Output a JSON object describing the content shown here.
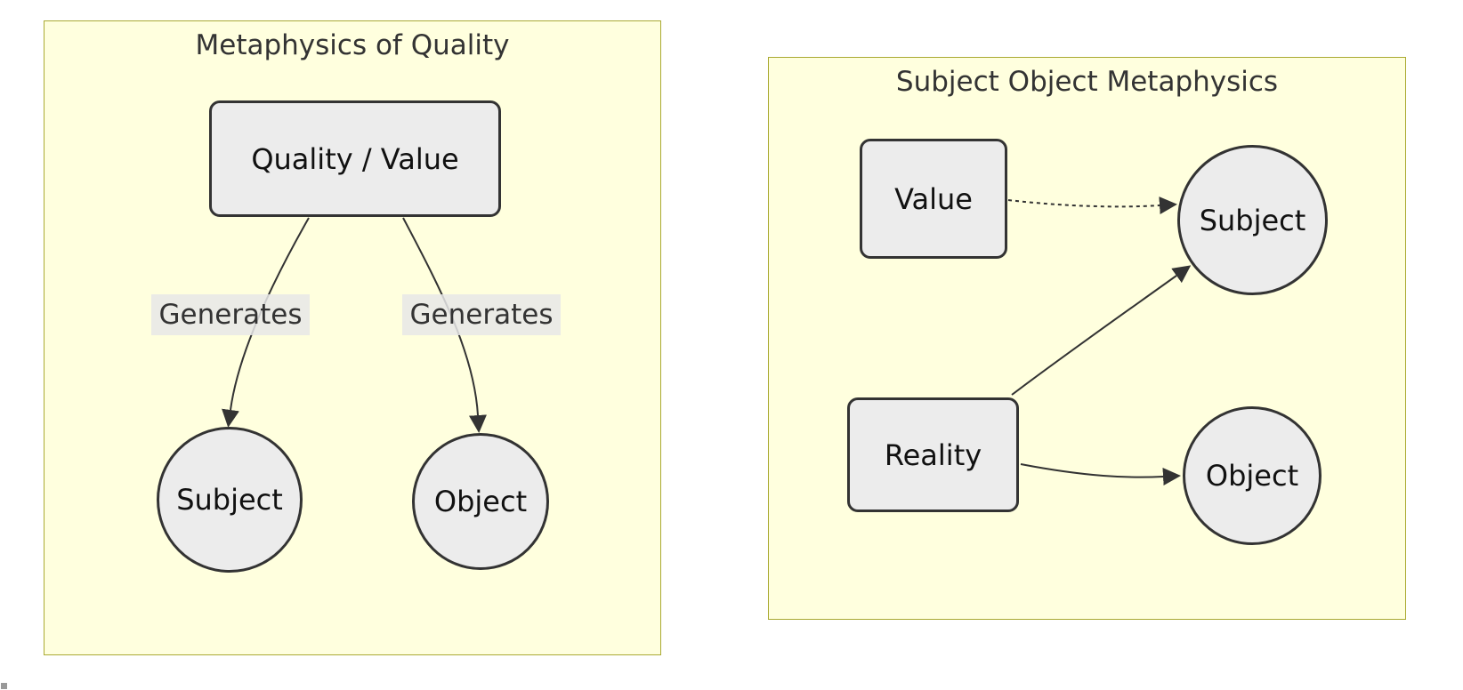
{
  "canvas": {
    "background": "#ffffff"
  },
  "colors": {
    "subgraph_fill": "#ffffde",
    "subgraph_border": "#aaaa33",
    "node_fill": "#ececec",
    "node_border": "#333333",
    "edge_stroke": "#333333",
    "edge_label_bg": "#e8e8e8",
    "title_text": "#333333",
    "node_text": "#111111",
    "corner_artifact": "#999999"
  },
  "diagram_moq": {
    "title": "Metaphysics of Quality",
    "nodes": {
      "quality_value": {
        "label": "Quality / Value",
        "shape": "rounded-rect"
      },
      "subject": {
        "label": "Subject",
        "shape": "circle"
      },
      "object": {
        "label": "Object",
        "shape": "circle"
      }
    },
    "edges": [
      {
        "from": "quality_value",
        "to": "subject",
        "label": "Generates",
        "style": "solid-arrow"
      },
      {
        "from": "quality_value",
        "to": "object",
        "label": "Generates",
        "style": "solid-arrow"
      }
    ]
  },
  "diagram_som": {
    "title": "Subject Object Metaphysics",
    "nodes": {
      "value": {
        "label": "Value",
        "shape": "rounded-rect"
      },
      "reality": {
        "label": "Reality",
        "shape": "rounded-rect"
      },
      "subject": {
        "label": "Subject",
        "shape": "circle"
      },
      "object": {
        "label": "Object",
        "shape": "circle"
      }
    },
    "edges": [
      {
        "from": "value",
        "to": "subject",
        "label": "",
        "style": "dashed-arrow"
      },
      {
        "from": "reality",
        "to": "subject",
        "label": "",
        "style": "solid-arrow"
      },
      {
        "from": "reality",
        "to": "object",
        "label": "",
        "style": "solid-arrow"
      }
    ]
  }
}
